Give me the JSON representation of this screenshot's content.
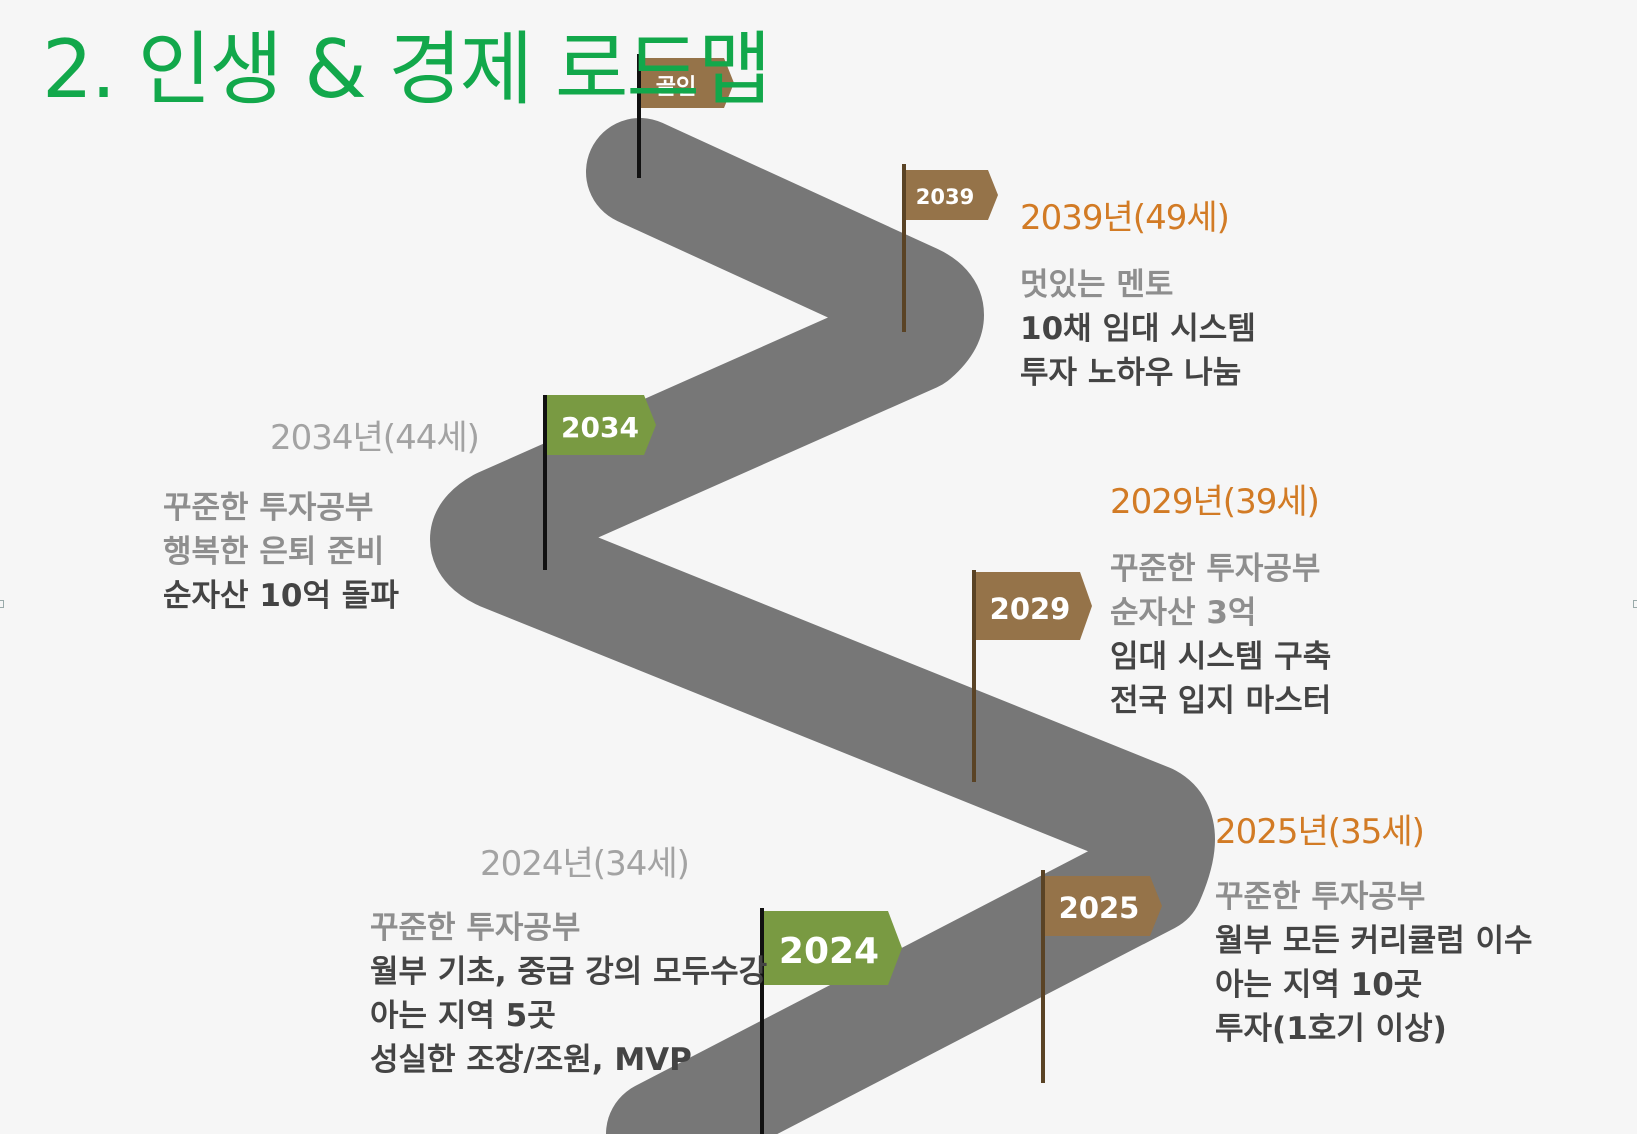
{
  "title": "2. 인생 & 경제 로드맵",
  "colors": {
    "title": "#12a84b",
    "road": "#777777",
    "flag_brown": "#957349",
    "flag_green": "#799a42",
    "year_orange": "#d27b25",
    "year_gray": "#a3a3a3"
  },
  "flags": {
    "goal": "골인",
    "f2039": "2039",
    "f2034": "2034",
    "f2029": "2029",
    "f2025": "2025",
    "f2024": "2024"
  },
  "milestones": {
    "m2039": {
      "year": "2039년(49세)",
      "lines": [
        "멋있는 멘토",
        "10채 임대 시스템",
        "투자 노하우 나눔"
      ]
    },
    "m2034": {
      "year": "2034년(44세)",
      "lines": [
        "꾸준한 투자공부",
        "행복한 은퇴 준비",
        "순자산 10억 돌파"
      ]
    },
    "m2029": {
      "year": "2029년(39세)",
      "lines": [
        "꾸준한 투자공부",
        "순자산 3억",
        "임대 시스템 구축",
        "전국 입지 마스터"
      ]
    },
    "m2025": {
      "year": "2025년(35세)",
      "lines": [
        "꾸준한 투자공부",
        "월부 모든 커리큘럼 이수",
        "아는 지역 10곳",
        "투자(1호기 이상)"
      ]
    },
    "m2024": {
      "year": "2024년(34세)",
      "lines": [
        "꾸준한 투자공부",
        "월부 기초, 중급 강의 모두수강",
        "아는 지역 5곳",
        "성실한 조장/조원, MVP"
      ]
    }
  }
}
